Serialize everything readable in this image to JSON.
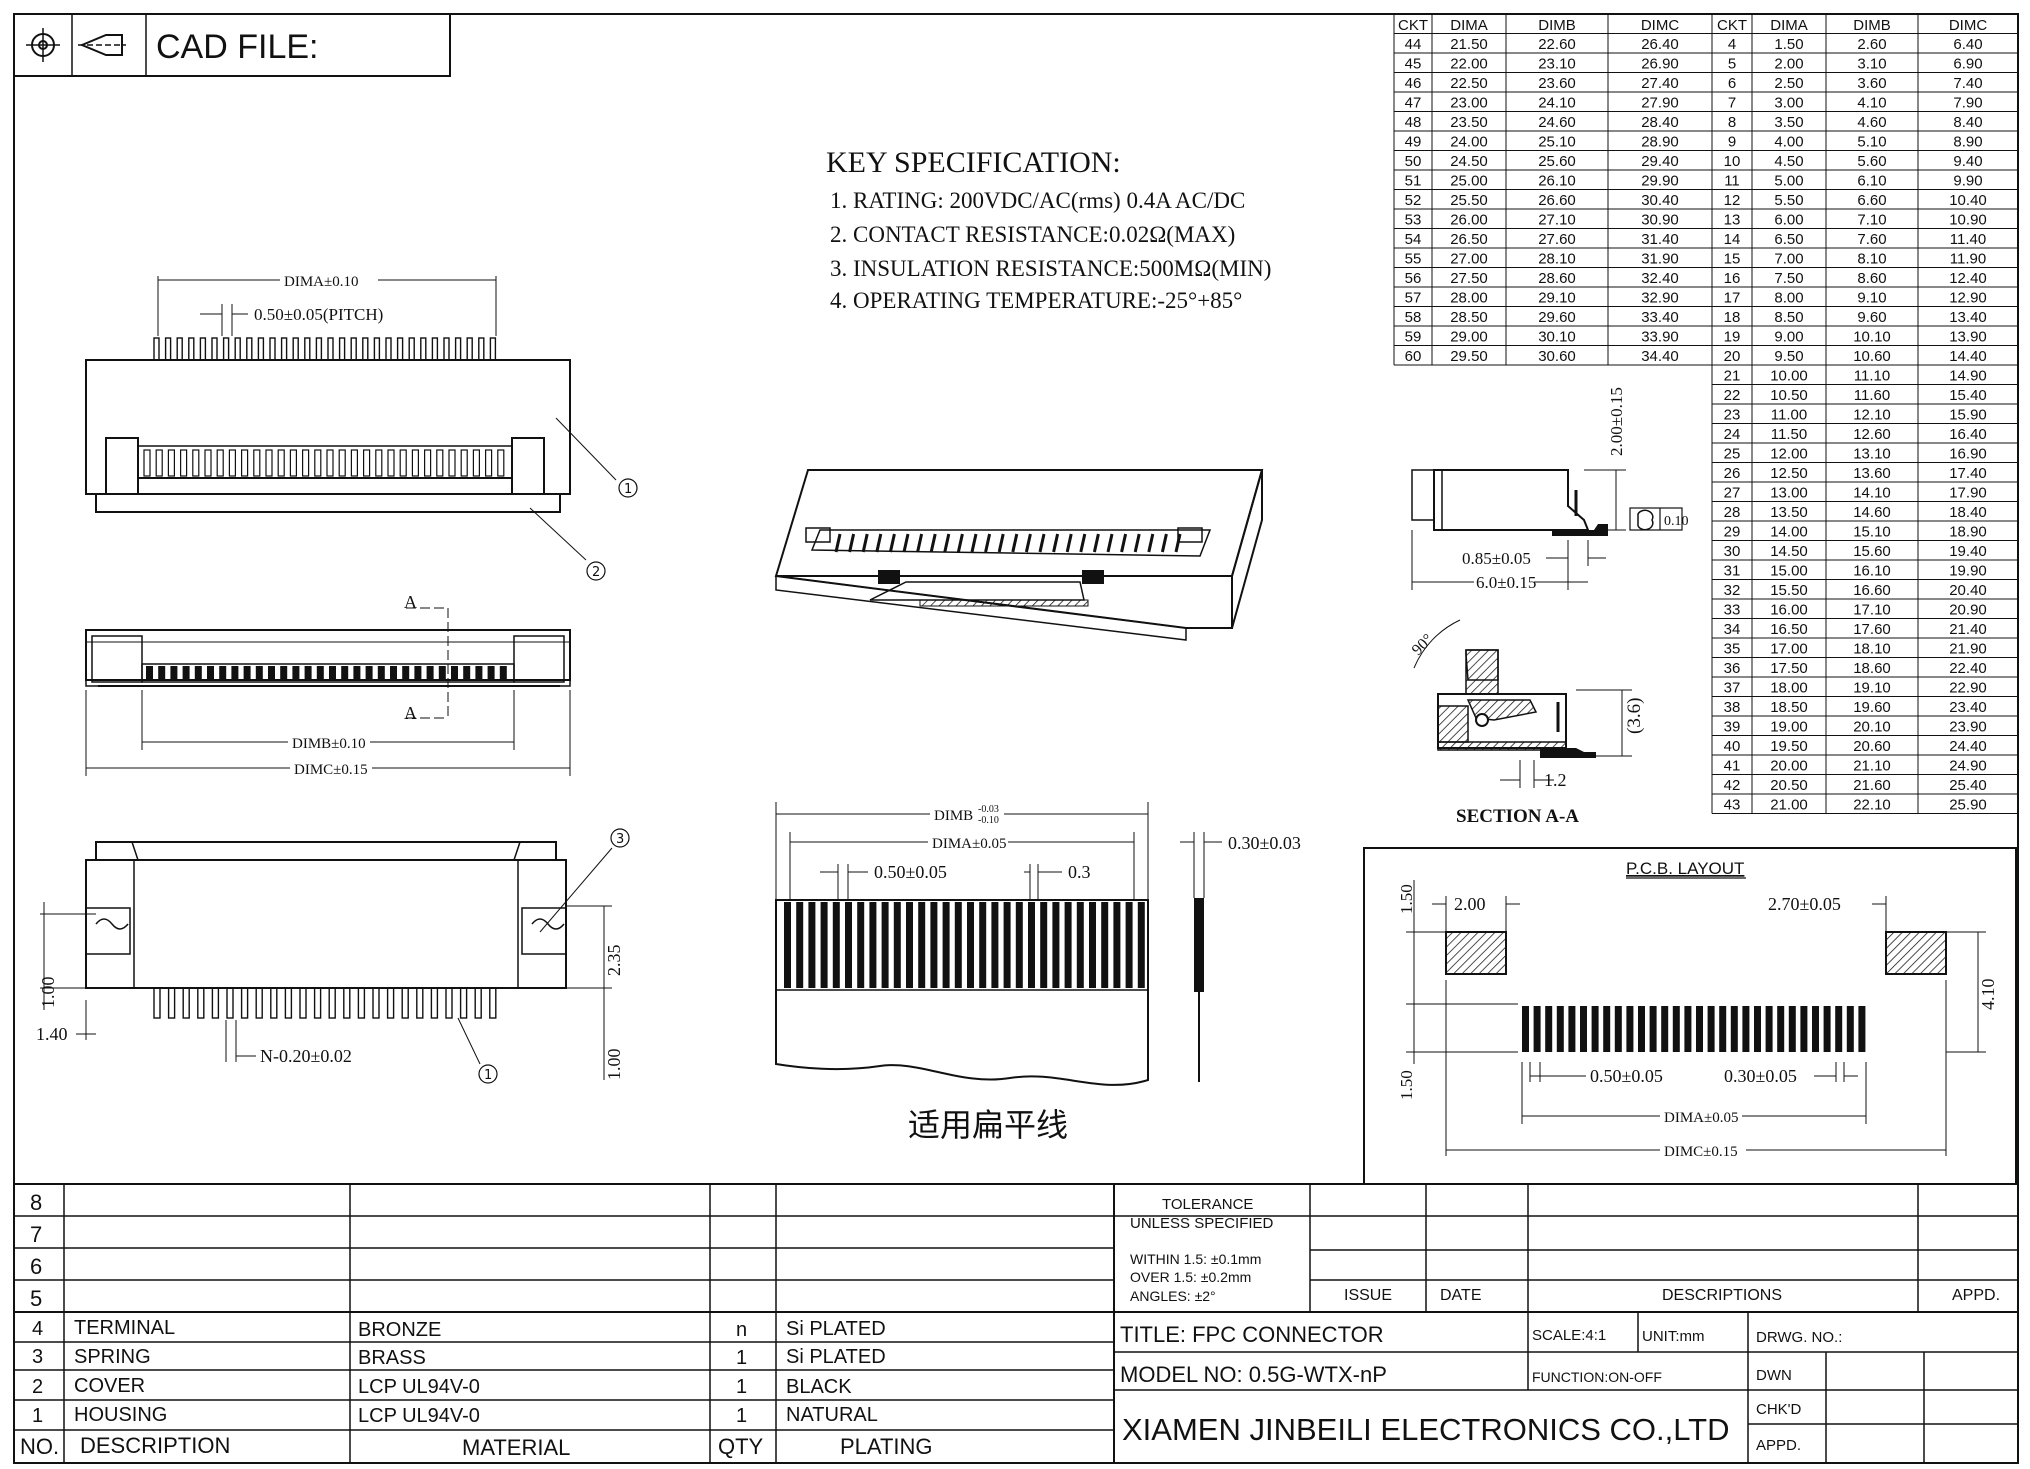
{
  "header": {
    "cad_label": "CAD FILE:",
    "icons": [
      "projection-symbol-icon",
      "cone-symbol-icon"
    ]
  },
  "spec": {
    "title": "KEY SPECIFICATION:",
    "lines": [
      "1. RATING: 200VDC/AC(rms) 0.4A AC/DC",
      "2. CONTACT RESISTANCE:0.02Ω(MAX)",
      "3. INSULATION RESISTANCE:500MΩ(MIN)",
      "4. OPERATING TEMPERATURE:-25°+85°"
    ]
  },
  "ckt_table": {
    "headers": [
      "CKT",
      "DIMA",
      "DIMB",
      "DIMC"
    ],
    "right": [
      [
        "44",
        "21.50",
        "22.60",
        "26.40"
      ],
      [
        "45",
        "22.00",
        "23.10",
        "26.90"
      ],
      [
        "46",
        "22.50",
        "23.60",
        "27.40"
      ],
      [
        "47",
        "23.00",
        "24.10",
        "27.90"
      ],
      [
        "48",
        "23.50",
        "24.60",
        "28.40"
      ],
      [
        "49",
        "24.00",
        "25.10",
        "28.90"
      ],
      [
        "50",
        "24.50",
        "25.60",
        "29.40"
      ],
      [
        "51",
        "25.00",
        "26.10",
        "29.90"
      ],
      [
        "52",
        "25.50",
        "26.60",
        "30.40"
      ],
      [
        "53",
        "26.00",
        "27.10",
        "30.90"
      ],
      [
        "54",
        "26.50",
        "27.60",
        "31.40"
      ],
      [
        "55",
        "27.00",
        "28.10",
        "31.90"
      ],
      [
        "56",
        "27.50",
        "28.60",
        "32.40"
      ],
      [
        "57",
        "28.00",
        "29.10",
        "32.90"
      ],
      [
        "58",
        "28.50",
        "29.60",
        "33.40"
      ],
      [
        "59",
        "29.00",
        "30.10",
        "33.90"
      ],
      [
        "60",
        "29.50",
        "30.60",
        "34.40"
      ]
    ],
    "left": [
      [
        "4",
        "1.50",
        "2.60",
        "6.40"
      ],
      [
        "5",
        "2.00",
        "3.10",
        "6.90"
      ],
      [
        "6",
        "2.50",
        "3.60",
        "7.40"
      ],
      [
        "7",
        "3.00",
        "4.10",
        "7.90"
      ],
      [
        "8",
        "3.50",
        "4.60",
        "8.40"
      ],
      [
        "9",
        "4.00",
        "5.10",
        "8.90"
      ],
      [
        "10",
        "4.50",
        "5.60",
        "9.40"
      ],
      [
        "11",
        "5.00",
        "6.10",
        "9.90"
      ],
      [
        "12",
        "5.50",
        "6.60",
        "10.40"
      ],
      [
        "13",
        "6.00",
        "7.10",
        "10.90"
      ],
      [
        "14",
        "6.50",
        "7.60",
        "11.40"
      ],
      [
        "15",
        "7.00",
        "8.10",
        "11.90"
      ],
      [
        "16",
        "7.50",
        "8.60",
        "12.40"
      ],
      [
        "17",
        "8.00",
        "9.10",
        "12.90"
      ],
      [
        "18",
        "8.50",
        "9.60",
        "13.40"
      ],
      [
        "19",
        "9.00",
        "10.10",
        "13.90"
      ],
      [
        "20",
        "9.50",
        "10.60",
        "14.40"
      ],
      [
        "21",
        "10.00",
        "11.10",
        "14.90"
      ],
      [
        "22",
        "10.50",
        "11.60",
        "15.40"
      ],
      [
        "23",
        "11.00",
        "12.10",
        "15.90"
      ],
      [
        "24",
        "11.50",
        "12.60",
        "16.40"
      ],
      [
        "25",
        "12.00",
        "13.10",
        "16.90"
      ],
      [
        "26",
        "12.50",
        "13.60",
        "17.40"
      ],
      [
        "27",
        "13.00",
        "14.10",
        "17.90"
      ],
      [
        "28",
        "13.50",
        "14.60",
        "18.40"
      ],
      [
        "29",
        "14.00",
        "15.10",
        "18.90"
      ],
      [
        "30",
        "14.50",
        "15.60",
        "19.40"
      ],
      [
        "31",
        "15.00",
        "16.10",
        "19.90"
      ],
      [
        "32",
        "15.50",
        "16.60",
        "20.40"
      ],
      [
        "33",
        "16.00",
        "17.10",
        "20.90"
      ],
      [
        "34",
        "16.50",
        "17.60",
        "21.40"
      ],
      [
        "35",
        "17.00",
        "18.10",
        "21.90"
      ],
      [
        "36",
        "17.50",
        "18.60",
        "22.40"
      ],
      [
        "37",
        "18.00",
        "19.10",
        "22.90"
      ],
      [
        "38",
        "18.50",
        "19.60",
        "23.40"
      ],
      [
        "39",
        "19.00",
        "20.10",
        "23.90"
      ],
      [
        "40",
        "19.50",
        "20.60",
        "24.40"
      ],
      [
        "41",
        "20.00",
        "21.10",
        "24.90"
      ],
      [
        "42",
        "20.50",
        "21.60",
        "25.40"
      ],
      [
        "43",
        "21.00",
        "22.10",
        "25.90"
      ]
    ]
  },
  "dims": {
    "dima": "DIMA±0.10",
    "pitch": "0.50±0.05(PITCH)",
    "dimb": "DIMB±0.10",
    "dimc": "DIMC±0.15",
    "section_a": "A",
    "d100": "1.00",
    "d140": "1.40",
    "d235": "2.35",
    "d100b": "1.00",
    "n020": "N-0.20±0.02",
    "h200": "2.00±0.15",
    "flat": "0.10",
    "d085": "0.85±0.05",
    "d60": "6.0±0.15",
    "ang90": "90°",
    "d36": "(3.6)",
    "d12": "1.2",
    "section_label": "SECTION A-A",
    "fpc_dimb": "DIMB",
    "fpc_dimb_tol_top": "-0.03",
    "fpc_dimb_tol_bot": "-0.10",
    "fpc_dima": "DIMA±0.05",
    "fpc_pitch": "0.50±0.05",
    "fpc_03": "0.3",
    "fpc_thk": "0.30±0.03",
    "fpc_caption": "适用扁平线",
    "balloons": [
      "1",
      "2",
      "3"
    ]
  },
  "pcb": {
    "title": "P.C.B. LAYOUT",
    "d150a": "1.50",
    "d200": "2.00",
    "d270": "2.70±0.05",
    "d410": "4.10",
    "d150b": "1.50",
    "d050": "0.50±0.05",
    "d030": "0.30±0.05",
    "dima": "DIMA±0.05",
    "dimc": "DIMC±0.15"
  },
  "bom": {
    "row_numbers": [
      "8",
      "7",
      "6",
      "5"
    ],
    "items": [
      {
        "no": "4",
        "desc": "TERMINAL",
        "material": "BRONZE",
        "qty": "n",
        "plating": "Si PLATED"
      },
      {
        "no": "3",
        "desc": "SPRING",
        "material": "BRASS",
        "qty": "1",
        "plating": "Si PLATED"
      },
      {
        "no": "2",
        "desc": "COVER",
        "material": "LCP UL94V-0",
        "qty": "1",
        "plating": "BLACK"
      },
      {
        "no": "1",
        "desc": "HOUSING",
        "material": "LCP UL94V-0",
        "qty": "1",
        "plating": "NATURAL"
      }
    ],
    "headers": {
      "no": "NO.",
      "desc": "DESCRIPTION",
      "material": "MATERIAL",
      "qty": "QTY",
      "plating": "PLATING"
    }
  },
  "title_block": {
    "tolerance_title_1": "TOLERANCE",
    "tolerance_title_2": "UNLESS SPECIFIED",
    "tol_1": "WITHIN 1.5: ±0.1mm",
    "tol_2": "OVER 1.5:  ±0.2mm",
    "tol_3": "ANGLES: ±2°",
    "issue": "ISSUE",
    "date": "DATE",
    "descriptions": "DESCRIPTIONS",
    "appd_top": "APPD.",
    "title": "TITLE: FPC CONNECTOR",
    "scale": "SCALE:4:1",
    "unit": "UNIT:mm",
    "drwg_no": "DRWG. NO.:",
    "model": "MODEL NO: 0.5G-WTX-nP",
    "function": "FUNCTION:ON-OFF",
    "dwn": "DWN",
    "chkd": "CHK'D",
    "appd": "APPD.",
    "company": "XIAMEN JINBEILI ELECTRONICS CO.,LTD"
  }
}
